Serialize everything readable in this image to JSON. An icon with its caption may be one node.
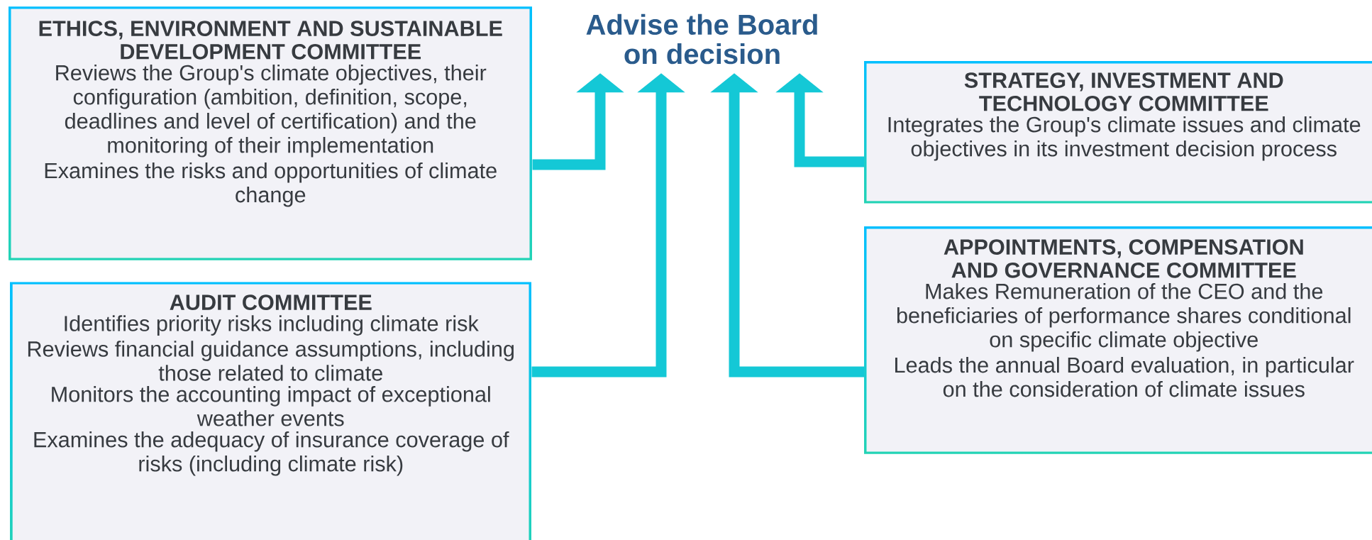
{
  "diagram": {
    "nodes": [
      {
        "text": [
          "Advise the Board on decision"
        ]
      },
      {
        "text": [
          "ETHICS, ENVIRONMENT AND SUSTAINABLE DEVELOPMENT COMMITTEE",
          "Reviews the Group's climate objectives, their configuration (ambition, definition, scope, deadlines and level of certification) and the monitoring of their implementation",
          "Examines the risks and opportunities of climate change"
        ]
      },
      {
        "text": [
          "STRATEGY, INVESTMENT AND TECHNOLOGY COMMITTEE",
          "Integrates the Group's climate issues and climate objectives in its investment decision process"
        ]
      },
      {
        "text": [
          "AUDIT COMMITTEE",
          "Identifies priority risks including climate risk",
          "Reviews financial guidance assumptions, including those related to climate",
          "Monitors the accounting impact of exceptional weather events",
          "Examines the adequacy of insurance coverage of risks (including climate risk)"
        ]
      },
      {
        "text": [
          "APPOINTMENTS, COMPENSATION AND GOVERNANCE COMMITTEE",
          "Makes Remuneration of the CEO and the beneficiaries of performance shares conditional on specific climate objective",
          "Leads the annual Board evaluation, in particular on the consideration of climate issues"
        ]
      }
    ],
    "edges": [
      {
        "from": 1,
        "to": 0,
        "arrow": "to"
      },
      {
        "from": 3,
        "to": 0,
        "arrow": "to"
      },
      {
        "from": 4,
        "to": 0,
        "arrow": "to"
      },
      {
        "from": 2,
        "to": 0,
        "arrow": "to"
      }
    ]
  }
}
